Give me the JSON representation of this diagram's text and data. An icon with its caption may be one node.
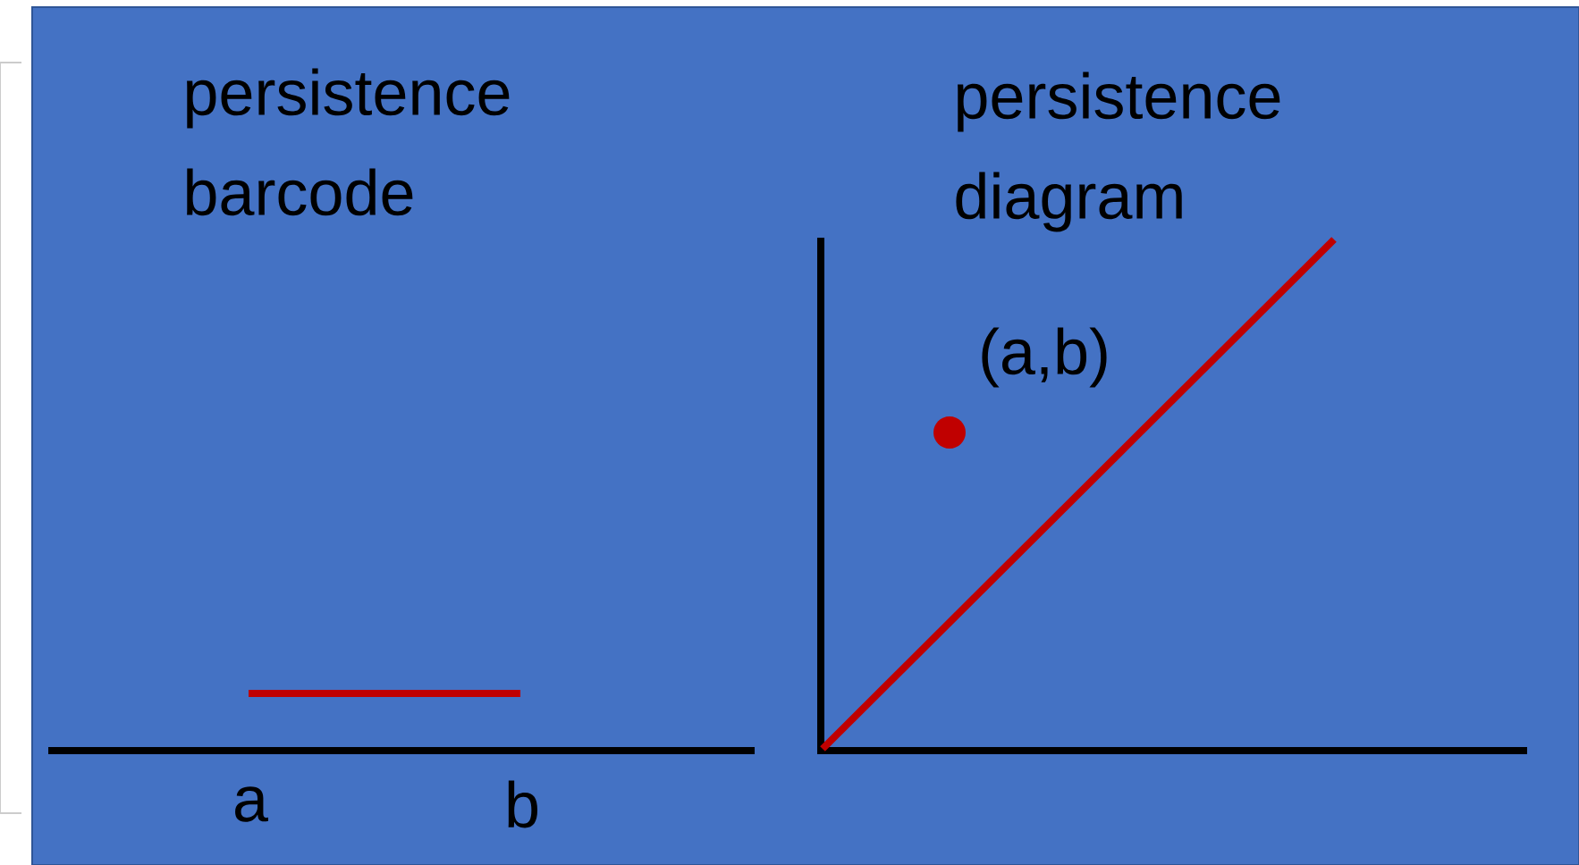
{
  "diagram": {
    "labels": [
      "persistence barcode",
      "persistence diagram",
      "(a,b)",
      "a",
      "b"
    ]
  }
}
